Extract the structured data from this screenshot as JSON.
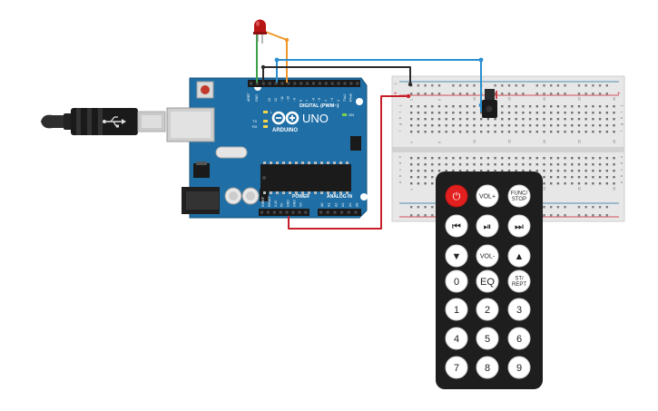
{
  "arduino": {
    "brand": "ARDUINO",
    "model": "UNO",
    "logo_symbol": "∞",
    "digital_label": "DIGITAL (PWM~)",
    "power_label": "POWER",
    "analog_label": "ANALOG IN",
    "on_label": "ON",
    "tx_label": "TX",
    "rx_label": "RX",
    "l_label": "L",
    "aref_label": "AREF",
    "gnd_label": "GND",
    "digital_pins": [
      "13",
      "12",
      "~11",
      "~10",
      "~9",
      "8",
      "7",
      "~6",
      "~5",
      "4",
      "~3",
      "2",
      "TX▸1",
      "RX◂0"
    ],
    "power_pins": [
      "IOREF",
      "RESET",
      "3.3V",
      "5V",
      "GND",
      "GND",
      "Vin"
    ],
    "analog_pins": [
      "A0",
      "A1",
      "A2",
      "A3",
      "A4",
      "A5"
    ]
  },
  "breadboard": {
    "column_numbers": [
      "1",
      "5",
      "10",
      "15",
      "20",
      "25",
      "30"
    ],
    "row_letters_top": [
      "j",
      "i",
      "h",
      "g",
      "f"
    ],
    "row_letters_bottom": [
      "e",
      "d",
      "c",
      "b",
      "a"
    ],
    "rail_plus": "+",
    "rail_minus": "−"
  },
  "remote": {
    "buttons": [
      {
        "label": "⏻",
        "icon": "power-icon"
      },
      {
        "label": "VOL+"
      },
      {
        "label": "FUNC/\nSTOP"
      },
      {
        "label": "⏮",
        "icon": "previous-icon"
      },
      {
        "label": "⏯",
        "icon": "play-pause-icon"
      },
      {
        "label": "⏭",
        "icon": "next-icon"
      },
      {
        "label": "▼",
        "icon": "down-icon"
      },
      {
        "label": "VOL-"
      },
      {
        "label": "▲",
        "icon": "up-icon"
      },
      {
        "label": "0"
      },
      {
        "label": "EQ"
      },
      {
        "label": "ST/\nREPT"
      },
      {
        "label": "1"
      },
      {
        "label": "2"
      },
      {
        "label": "3"
      },
      {
        "label": "4"
      },
      {
        "label": "5"
      },
      {
        "label": "6"
      },
      {
        "label": "7"
      },
      {
        "label": "8"
      },
      {
        "label": "9"
      }
    ]
  },
  "colors": {
    "board": "#1f6fa6",
    "wire_blue": "#2a8fd0",
    "wire_orange": "#f0962a",
    "wire_green": "#3aa04a",
    "wire_black": "#2b2b2b",
    "wire_red": "#c8202a",
    "led": "#b81515",
    "remote_body": "#1e1e1e",
    "power_button": "#e32020"
  }
}
